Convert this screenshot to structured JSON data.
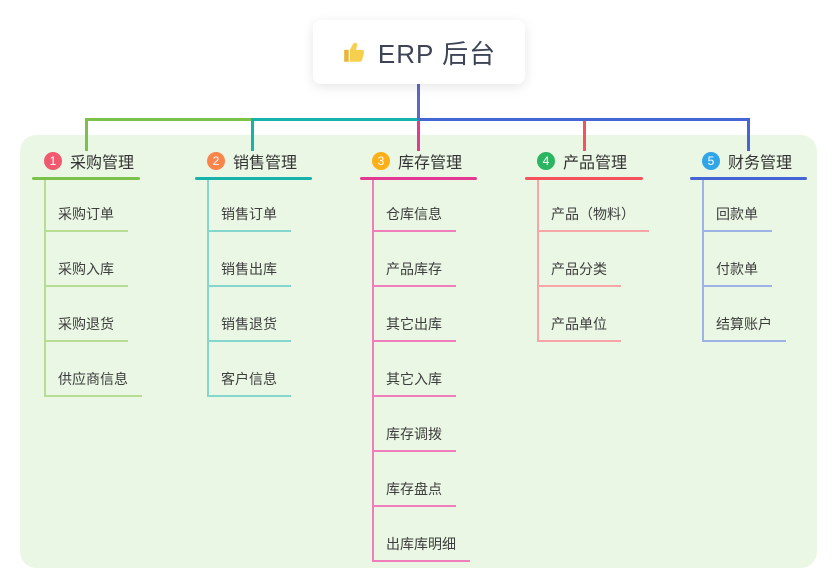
{
  "root": {
    "icon_name": "thumbs-up",
    "label": "ERP 后台"
  },
  "canvas": {
    "page_bg": "#ffffff",
    "panel_bg": "#ebf7e5",
    "root_line_color": "#5a68cb"
  },
  "branches": [
    {
      "badge": "1",
      "badge_color": "#f0596e",
      "line_color": "#7cc24a",
      "child_line_color": "#b7dd94",
      "title": "采购管理",
      "children": [
        "采购订单",
        "采购入库",
        "采购退货",
        "供应商信息"
      ]
    },
    {
      "badge": "2",
      "badge_color": "#f9854b",
      "line_color": "#16b3aa",
      "child_line_color": "#85d6cd",
      "title": "销售管理",
      "children": [
        "销售订单",
        "销售出库",
        "销售退货",
        "客户信息"
      ]
    },
    {
      "badge": "3",
      "badge_color": "#fbb017",
      "line_color": "#e23a92",
      "child_line_color": "#f07ebb",
      "title": "库存管理",
      "children": [
        "仓库信息",
        "产品库存",
        "其它出库",
        "其它入库",
        "库存调拨",
        "库存盘点",
        "出库库明细"
      ]
    },
    {
      "badge": "4",
      "badge_color": "#2cb561",
      "line_color": "#f4525c",
      "child_line_color": "#f8a5a8",
      "title": "产品管理",
      "children": [
        "产品（物料）",
        "产品分类",
        "产品单位"
      ]
    },
    {
      "badge": "5",
      "badge_color": "#30a6e8",
      "line_color": "#4565d4",
      "child_line_color": "#9fb2e6",
      "title": "财务管理",
      "children": [
        "回款单",
        "付款单",
        "结算账户"
      ]
    }
  ]
}
